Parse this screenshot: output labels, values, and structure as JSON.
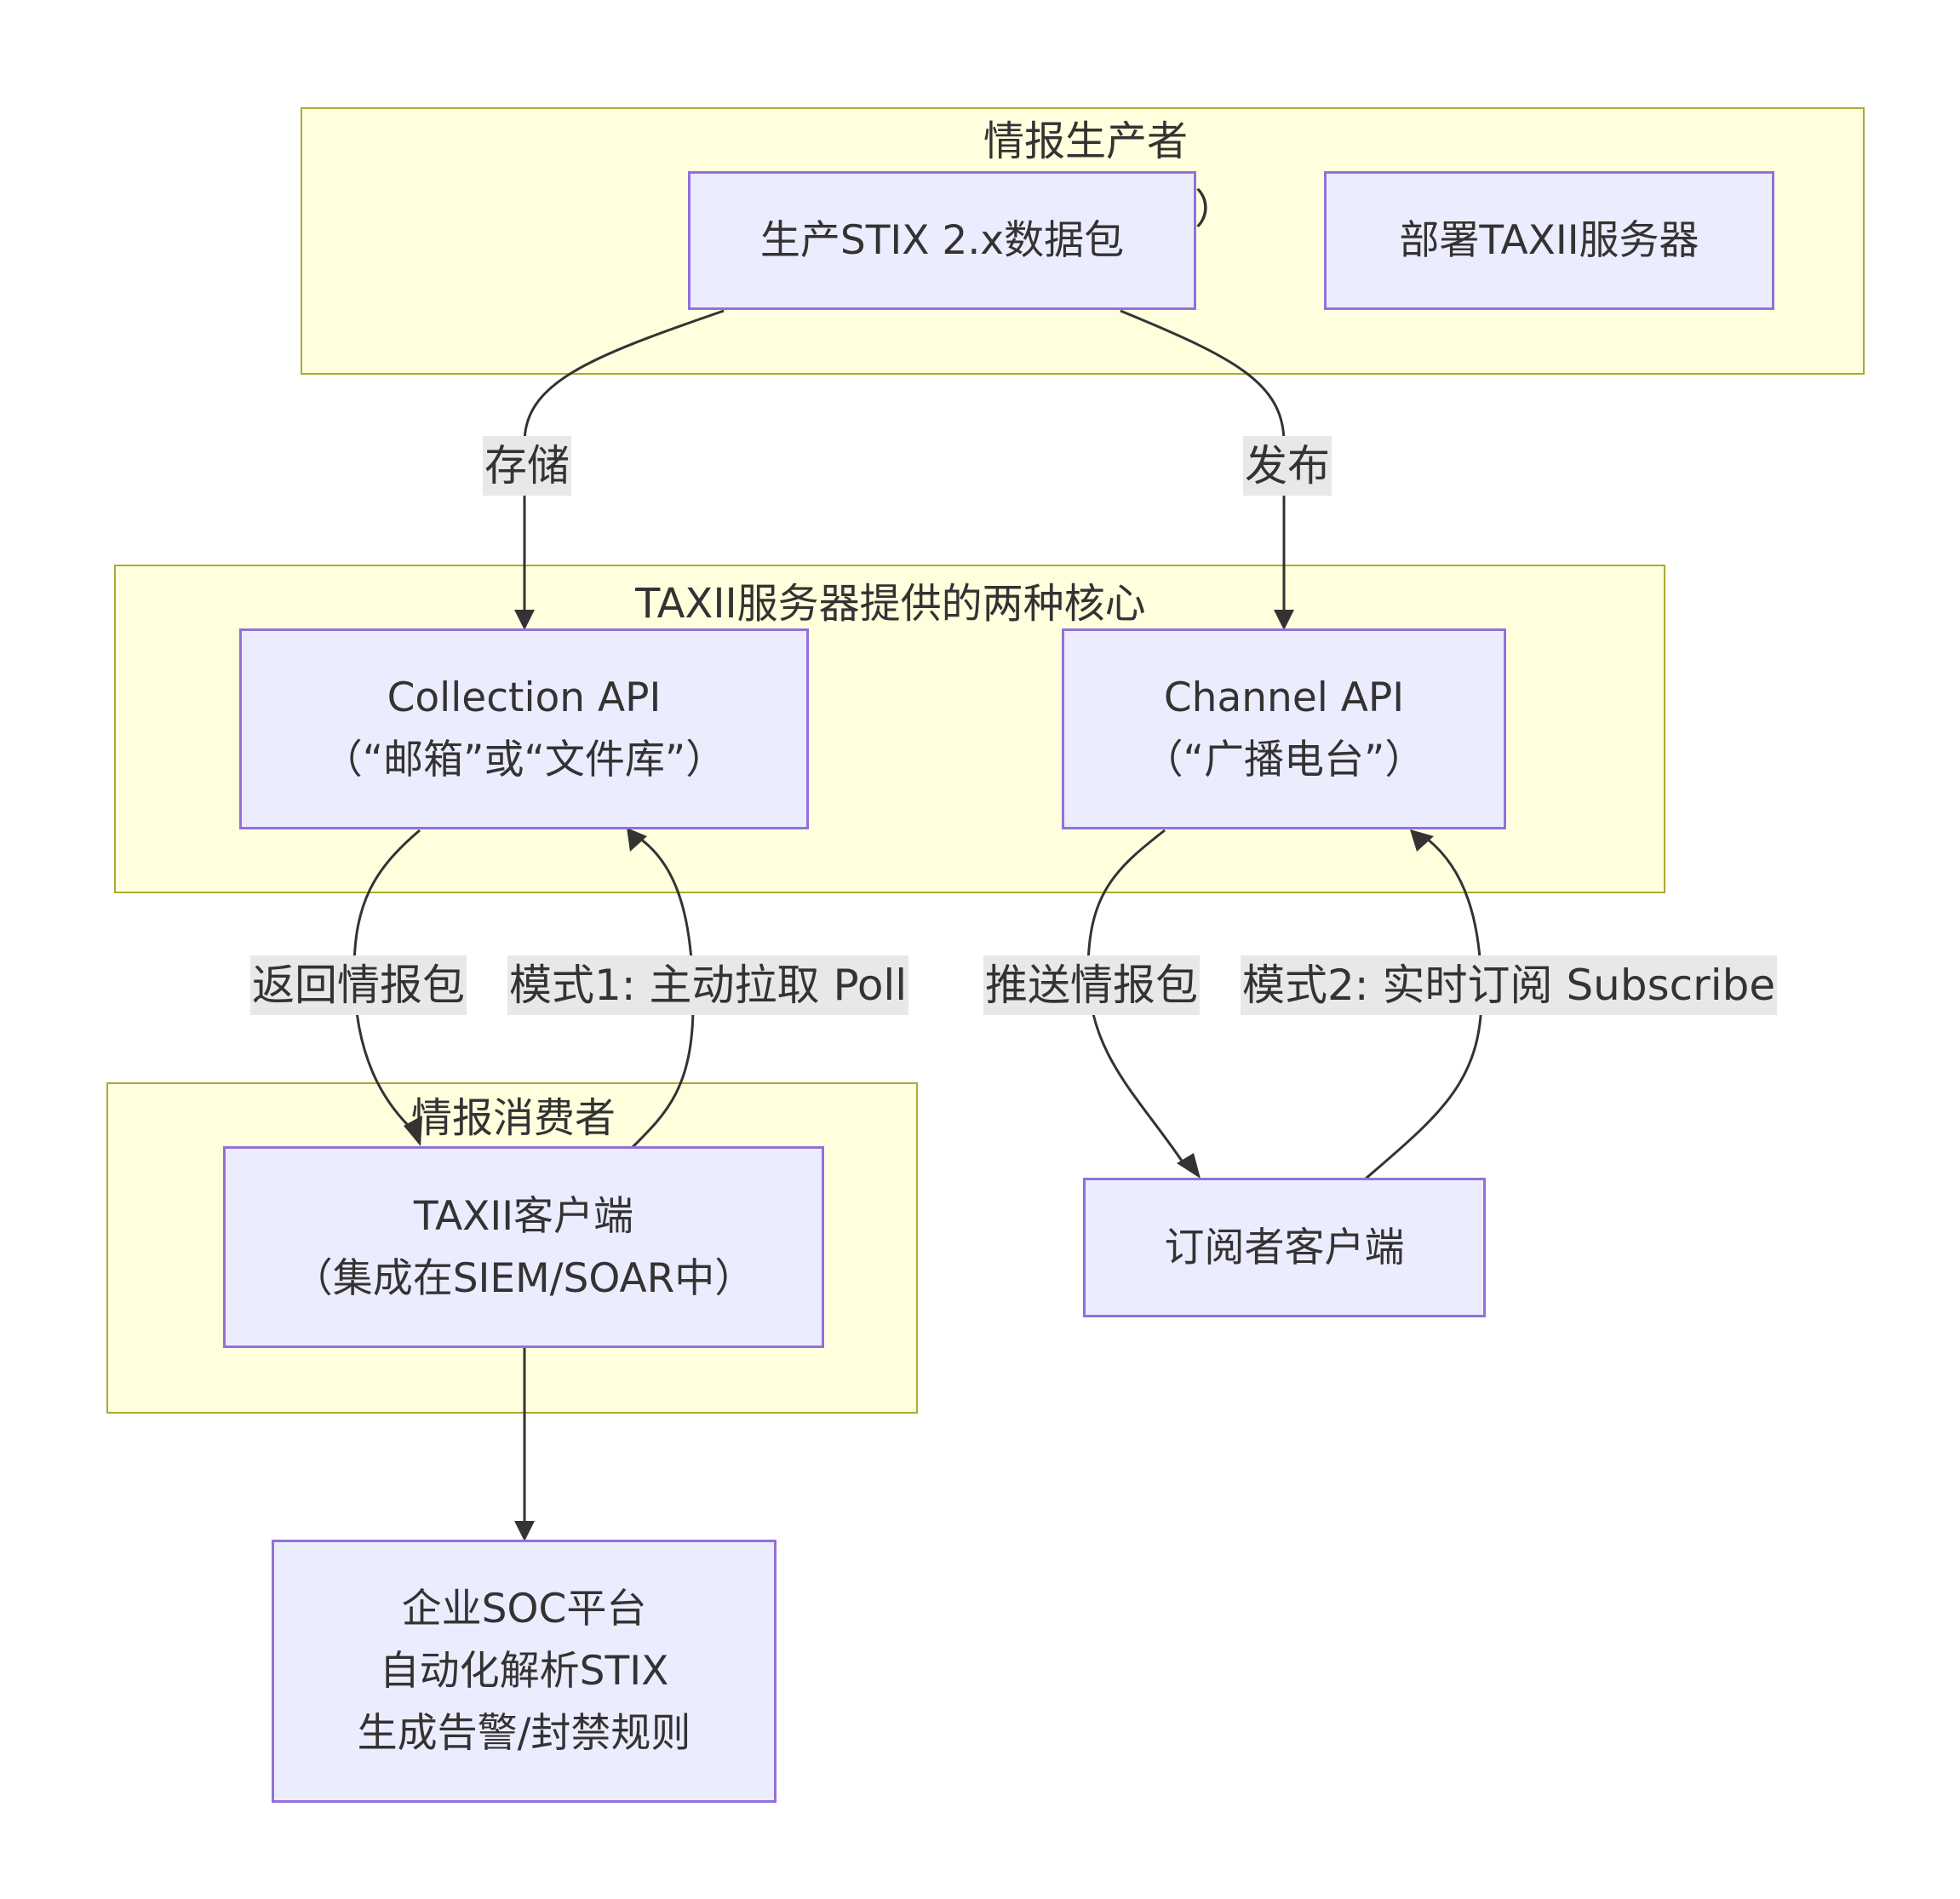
{
  "clusters": {
    "producer": {
      "title": "情报生产者",
      "subtitle_partial": "商）"
    },
    "taxii_server": {
      "title": "TAXII服务器提供的两种核心服"
    },
    "consumer": {
      "title": "情报消费者"
    }
  },
  "nodes": {
    "produce_stix": {
      "line1": "生产STIX 2.x数据包"
    },
    "deploy_taxii": {
      "line1": "部署TAXII服务器"
    },
    "collection_api": {
      "line1": "Collection API",
      "line2": "（“邮箱”或“文件库”）"
    },
    "channel_api": {
      "line1": "Channel API",
      "line2": "（“广播电台”）"
    },
    "taxii_client": {
      "line1": "TAXII客户端",
      "line2": "（集成在SIEM/SOAR中）"
    },
    "subscriber_client": {
      "line1": "订阅者客户端"
    },
    "soc_platform": {
      "line1": "企业SOC平台",
      "line2": "自动化解析STIX",
      "line3": "生成告警/封禁规则"
    }
  },
  "edges": {
    "store": "存储",
    "publish": "发布",
    "return_packet": "返回情报包",
    "mode1_poll": "模式1: 主动拉取 Poll",
    "push_packet": "推送情报包",
    "mode2_subscribe": "模式2: 实时订阅 Subscribe"
  },
  "colors": {
    "cluster_fill": "#ffffde",
    "cluster_border": "#aaaa33",
    "node_fill": "#ececff",
    "node_border": "#9370db",
    "edge": "#333333",
    "label_bg": "#e8e8e8"
  }
}
